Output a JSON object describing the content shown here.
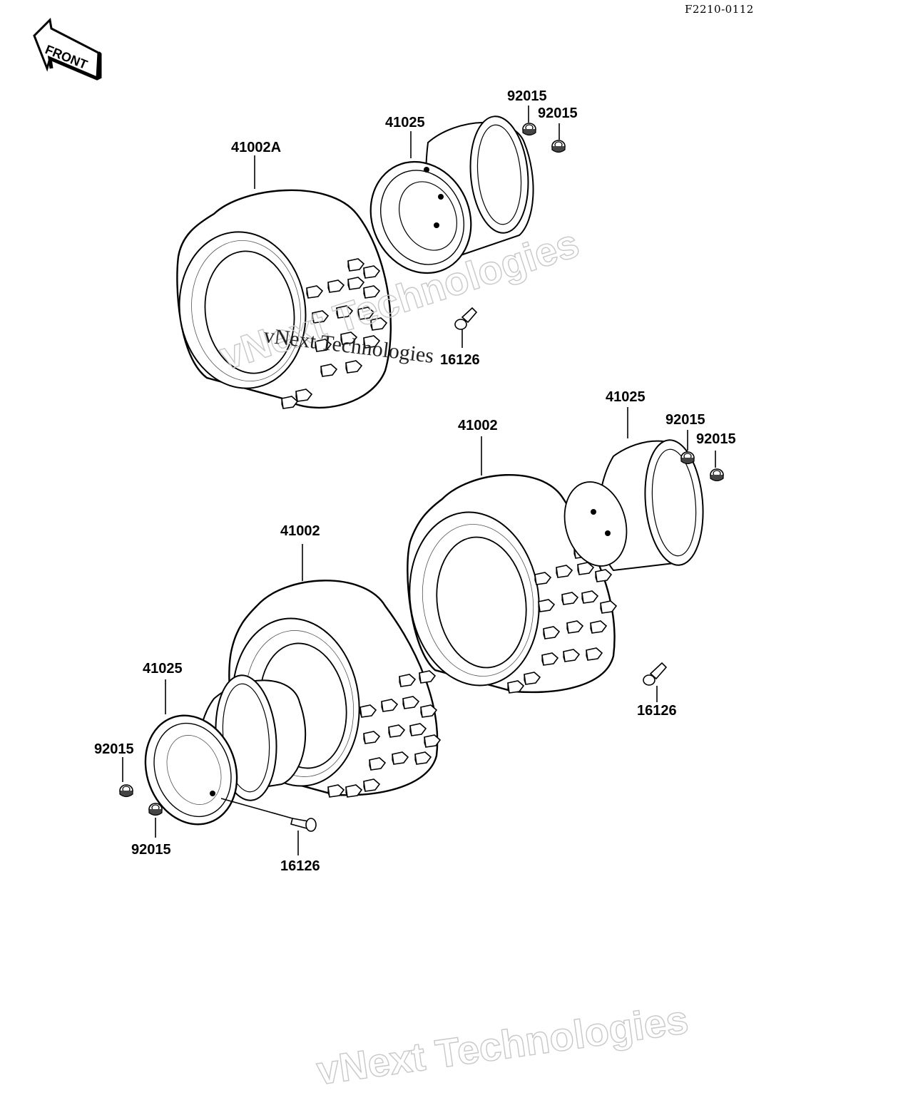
{
  "figure_code": "F2210-0112",
  "front_arrow": {
    "label": "FRONT",
    "icon": "front-arrow-icon"
  },
  "watermark": {
    "text": "vNext Technologies"
  },
  "callouts": {
    "top_tire": "41002A",
    "top_wheel": "41025",
    "top_nut_1": "92015",
    "top_nut_2": "92015",
    "top_valve": "16126",
    "mid_tire": "41002",
    "mid_wheel": "41025",
    "mid_nut_1": "92015",
    "mid_nut_2": "92015",
    "mid_valve": "16126",
    "bot_tire": "41002",
    "bot_wheel": "41025",
    "bot_nut_1": "92015",
    "bot_nut_2": "92015",
    "bot_valve": "16126"
  }
}
